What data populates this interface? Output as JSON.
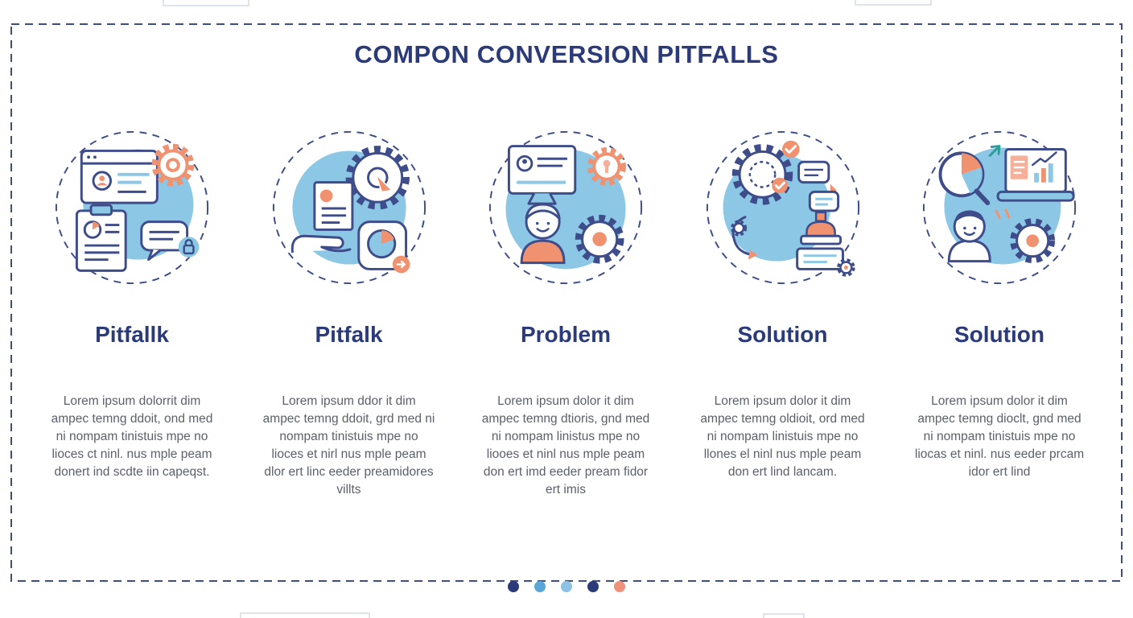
{
  "page": {
    "title": "COMPON CONVERSION PITFALLS"
  },
  "theme": {
    "navy": "#2b3a78",
    "line_navy": "#3e4c8a",
    "light_blue": "#8cc7e6",
    "salmon": "#f09270",
    "body_text": "#5b6069"
  },
  "cards": [
    {
      "heading": "Pitfallk",
      "body": "Lorem ipsum dolorrit dim ampec temng ddoit, ond med ni nompam tinistuis mpe no lioces ct ninl. nus mple peam donert ind scdte iin capeqst.",
      "icons": [
        "browser-window",
        "gear",
        "clipboard-chart",
        "speech-bubble",
        "lock-badge"
      ]
    },
    {
      "heading": "Pitfalk",
      "body": "Lorem ipsum ddor it dim ampec temng ddoit, grd med ni nompam tinistuis mpe no lioces et nirl nus mple peam dlor ert linc eeder preamidores villts",
      "icons": [
        "gear-pointer",
        "document-badge",
        "hand",
        "pie-chart-tile",
        "arrow-badge"
      ]
    },
    {
      "heading": "Problem",
      "body": "Lorem ipsum dolor it dim ampec temng dtioris, gnd med ni nompam linistus mpe no liooes et ninl nus mple peam don ert imd eeder pream fidor ert imis",
      "icons": [
        "monitor-profile",
        "gear-key",
        "person",
        "gear-orange-core"
      ]
    },
    {
      "heading": "Solution",
      "body": "Lorem ipsum dolor it dim ampec temng oldioit, ord med ni nompam linistuis mpe no llones el ninl nus mple peam don ert lind lancam.",
      "icons": [
        "gear-check",
        "check-badge",
        "chat-bubbles",
        "stamp",
        "approved-card",
        "curved-arrow",
        "small-gear"
      ]
    },
    {
      "heading": "Solution",
      "body": "Lorem ipsum dolor it dim ampec temng dioclt, gnd med ni nompam tinistuis mpe no liocas et ninl. nus eeder prcam idor ert lind",
      "icons": [
        "magnifier-pie",
        "laptop-analytics",
        "growth-arrow",
        "person",
        "gear-orange-core"
      ]
    }
  ],
  "carousel": {
    "dots": [
      {
        "color": "#2b3a78"
      },
      {
        "color": "#58a7d8"
      },
      {
        "color": "#8cc2e4"
      },
      {
        "color": "#2b3a78"
      },
      {
        "color": "#f0917c"
      }
    ]
  }
}
